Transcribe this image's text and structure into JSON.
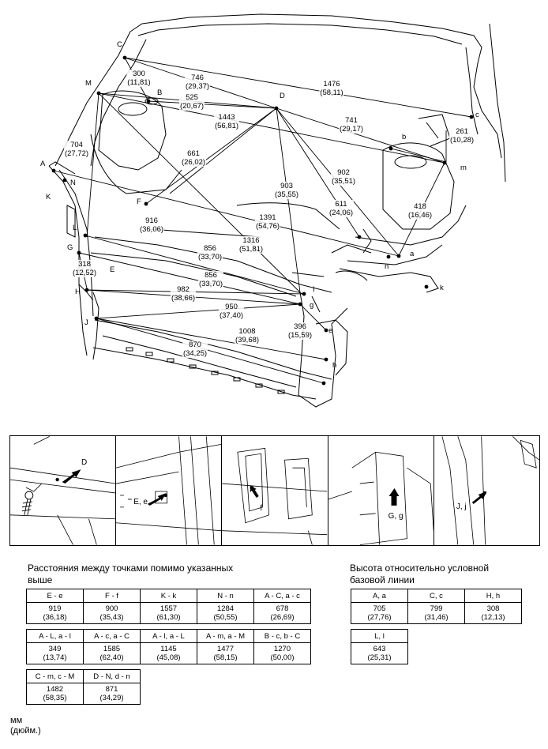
{
  "diagram": {
    "dimensions": [
      {
        "id": "c-300",
        "value": "300",
        "inch": "(11,81)"
      },
      {
        "id": "746",
        "value": "746",
        "inch": "(29,37)"
      },
      {
        "id": "1476",
        "value": "1476",
        "inch": "(58,11)"
      },
      {
        "id": "525",
        "value": "525",
        "inch": "(20,67)"
      },
      {
        "id": "1443",
        "value": "1443",
        "inch": "(56,81)"
      },
      {
        "id": "741",
        "value": "741",
        "inch": "(29,17)"
      },
      {
        "id": "261",
        "value": "261",
        "inch": "(10,28)"
      },
      {
        "id": "704",
        "value": "704",
        "inch": "(27,72)"
      },
      {
        "id": "661",
        "value": "661",
        "inch": "(26,02)"
      },
      {
        "id": "903",
        "value": "903",
        "inch": "(35,55)"
      },
      {
        "id": "902",
        "value": "902",
        "inch": "(35,51)"
      },
      {
        "id": "611",
        "value": "611",
        "inch": "(24,06)"
      },
      {
        "id": "418",
        "value": "418",
        "inch": "(16,46)"
      },
      {
        "id": "916",
        "value": "916",
        "inch": "(36,06)"
      },
      {
        "id": "1391",
        "value": "1391",
        "inch": "(54,76)"
      },
      {
        "id": "1316",
        "value": "1316",
        "inch": "(51,81)"
      },
      {
        "id": "856a",
        "value": "856",
        "inch": "(33,70)"
      },
      {
        "id": "318",
        "value": "318",
        "inch": "(12,52)"
      },
      {
        "id": "856b",
        "value": "856",
        "inch": "(33,70)"
      },
      {
        "id": "982",
        "value": "982",
        "inch": "(38,66)"
      },
      {
        "id": "950",
        "value": "950",
        "inch": "(37,40)"
      },
      {
        "id": "1008",
        "value": "1008",
        "inch": "(39,68)"
      },
      {
        "id": "396",
        "value": "396",
        "inch": "(15,59)"
      },
      {
        "id": "870",
        "value": "870",
        "inch": "(34,25)"
      }
    ],
    "points": [
      "C",
      "M",
      "B",
      "D",
      "c",
      "b",
      "A",
      "N",
      "K",
      "F",
      "L",
      "G",
      "E",
      "H",
      "J",
      "a",
      "n",
      "k",
      "I",
      "g",
      "e",
      "h",
      "l",
      "m",
      "f"
    ]
  },
  "insets": [
    {
      "label": "D"
    },
    {
      "label": "E, e"
    },
    {
      "label": "f"
    },
    {
      "label": "G, g"
    },
    {
      "label": "J, j"
    }
  ],
  "table_left": {
    "heading_line1": "Расстояния между точками помимо указанных",
    "heading_line2": "выше",
    "rows": [
      [
        {
          "h": "E - e",
          "v": "919",
          "i": "(36,18)"
        },
        {
          "h": "F - f",
          "v": "900",
          "i": "(35,43)"
        },
        {
          "h": "K - k",
          "v": "1557",
          "i": "(61,30)"
        },
        {
          "h": "N - n",
          "v": "1284",
          "i": "(50,55)"
        },
        {
          "h": "A - C, a - c",
          "v": "678",
          "i": "(26,69)"
        }
      ],
      [
        {
          "h": "A - L, a - l",
          "v": "349",
          "i": "(13,74)"
        },
        {
          "h": "A - c, a - C",
          "v": "1585",
          "i": "(62,40)"
        },
        {
          "h": "A - l, a - L",
          "v": "1145",
          "i": "(45,08)"
        },
        {
          "h": "A - m, a - M",
          "v": "1477",
          "i": "(58,15)"
        },
        {
          "h": "B - c, b - C",
          "v": "1270",
          "i": "(50,00)"
        }
      ],
      [
        {
          "h": "C - m, c - M",
          "v": "1482",
          "i": "(58,35)"
        },
        {
          "h": "D - N, d - n",
          "v": "871",
          "i": "(34,29)"
        }
      ]
    ]
  },
  "table_right": {
    "heading_line1": "Высота относительно условной",
    "heading_line2": "базовой линии",
    "rows": [
      [
        {
          "h": "A, a",
          "v": "705",
          "i": "(27,76)"
        },
        {
          "h": "C, c",
          "v": "799",
          "i": "(31,46)"
        },
        {
          "h": "H, h",
          "v": "308",
          "i": "(12,13)"
        }
      ],
      [
        {
          "h": "L, l",
          "v": "643",
          "i": "(25,31)"
        }
      ]
    ]
  },
  "units": {
    "line1": "мм",
    "line2": "(дюйм.)"
  }
}
